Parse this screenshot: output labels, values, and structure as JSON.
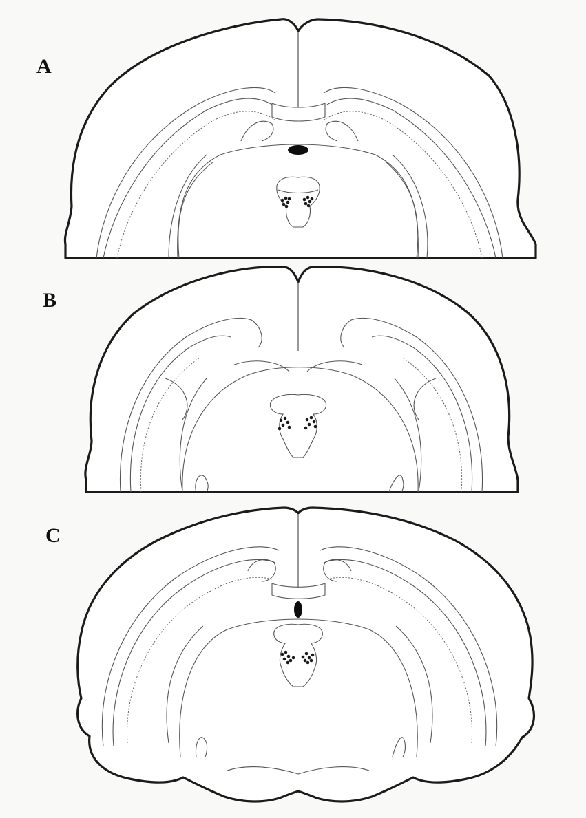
{
  "figure": {
    "panels": [
      {
        "id": "A",
        "label": "A"
      },
      {
        "id": "B",
        "label": "B"
      },
      {
        "id": "C",
        "label": "C"
      }
    ]
  },
  "colors": {
    "background": "#f9f9f7",
    "outline": "#1b1b1b",
    "structure_lines": "#555555",
    "markers": "#1a1a1a"
  }
}
